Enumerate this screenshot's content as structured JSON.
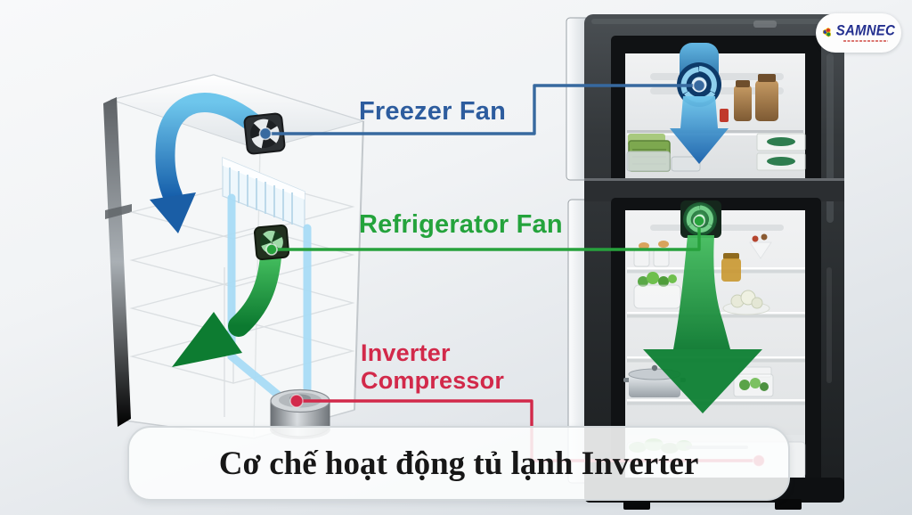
{
  "theme": {
    "label-blue": "#2d5c9e",
    "label-green": "#24a33c",
    "label-red": "#d2294a",
    "conn-blue": "#37699f",
    "conn-green": "#27a13c",
    "conn-red": "#d2294a",
    "banner-bg": "rgba(253,254,254,0.87)",
    "banner-border": "#d3d8db",
    "banner-text": "#171717",
    "logo-navy": "#232f8f",
    "arrow-blue-light": "#6ec6ec",
    "arrow-blue-dark": "#1760ab",
    "arrow-green-light": "#44bd5e",
    "arrow-green-dark": "#0c7a30"
  },
  "callouts": {
    "freezer_fan": {
      "label": "Freezer Fan",
      "color": "#2d5c9e"
    },
    "refrigerator_fan": {
      "label": "Refrigerator Fan",
      "color": "#24a33c"
    },
    "inverter_compressor": {
      "label": "Inverter Compressor",
      "color": "#d2294a"
    }
  },
  "banner": {
    "title": "Cơ chế hoạt động tủ lạnh Inverter"
  },
  "logo": {
    "brand": "SAMNEC"
  }
}
